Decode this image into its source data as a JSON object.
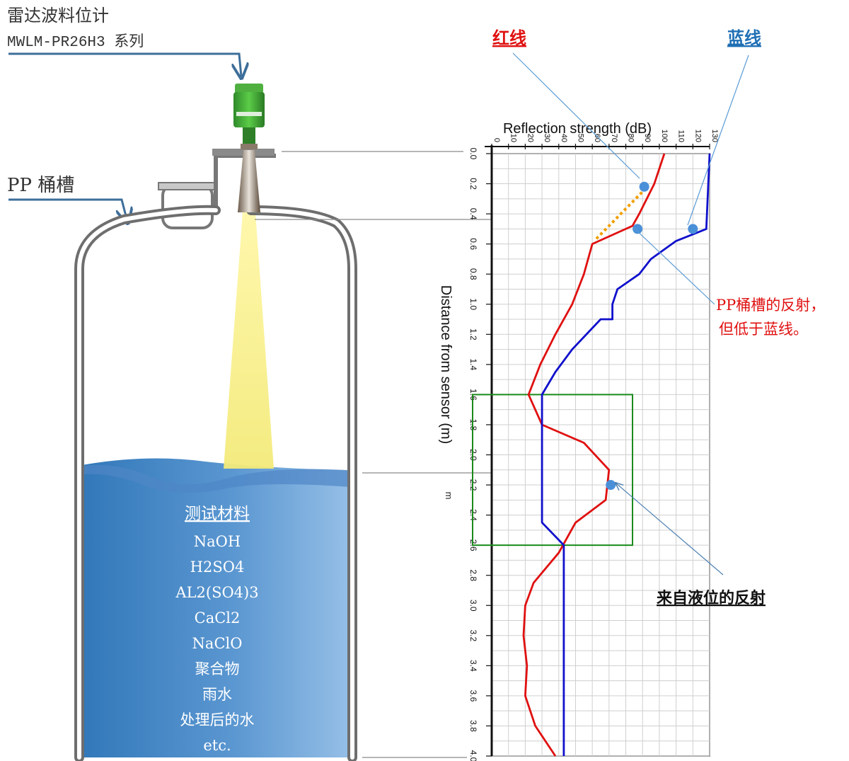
{
  "product": {
    "title": "雷达波料位计",
    "model": "MWLM-PR26H3 系列"
  },
  "tank": {
    "label": "PP 桶槽",
    "materials_title": "测试材料",
    "materials": [
      "NaOH",
      "H2SO4",
      "AL2(SO4)3",
      "CaCl2",
      "NaClO",
      "聚合物",
      "雨水",
      "处理后的水",
      "etc."
    ]
  },
  "legend": {
    "red_label": "红线",
    "blue_label": "蓝线",
    "red_color": "#e01010",
    "blue_color": "#1f6fb5"
  },
  "annotations": {
    "pp_reflection_line1": "PP桶槽的反射，",
    "pp_reflection_line2": "但低于蓝线。",
    "liquid_reflection": "来自液位的反射"
  },
  "chart_data": {
    "type": "line",
    "x_axis_title": "Reflection strength (dB)",
    "y_axis_title": "Distance from sensor (m)",
    "y_unit_label": "m",
    "x_ticks": [
      "0",
      "10",
      "20",
      "30",
      "40",
      "50",
      "60",
      "70",
      "80",
      "90",
      "100",
      "110",
      "120",
      "130"
    ],
    "y_ticks": [
      "0.0",
      "0.2",
      "0.4",
      "0.6",
      "0.8",
      "1.0",
      "1.2",
      "1.4",
      "1.6",
      "1.8",
      "2.0",
      "2.2",
      "2.4",
      "2.6",
      "2.8",
      "3.0",
      "3.2",
      "3.4",
      "3.6",
      "3.8",
      "4.0"
    ],
    "xlim": [
      0,
      130
    ],
    "ylim": [
      0,
      4.0
    ],
    "grid": true,
    "series": [
      {
        "color": "#e01010",
        "points": [
          [
            103,
            0.0
          ],
          [
            97,
            0.2
          ],
          [
            88,
            0.4
          ],
          [
            84,
            0.48
          ],
          [
            60,
            0.6
          ],
          [
            55,
            0.8
          ],
          [
            48,
            1.0
          ],
          [
            38,
            1.2
          ],
          [
            29,
            1.4
          ],
          [
            22,
            1.6
          ],
          [
            30,
            1.8
          ],
          [
            55,
            1.92
          ],
          [
            70,
            2.1
          ],
          [
            68,
            2.3
          ],
          [
            50,
            2.45
          ],
          [
            40,
            2.65
          ],
          [
            25,
            2.85
          ],
          [
            20,
            3.0
          ],
          [
            19,
            3.2
          ],
          [
            21,
            3.4
          ],
          [
            20,
            3.6
          ],
          [
            26,
            3.8
          ],
          [
            38,
            4.0
          ]
        ],
        "dash": false
      },
      {
        "color": "#1010cc",
        "points": [
          [
            130,
            0.0
          ],
          [
            128,
            0.5
          ],
          [
            110,
            0.58
          ],
          [
            95,
            0.7
          ],
          [
            88,
            0.8
          ],
          [
            75,
            0.9
          ],
          [
            72,
            1.0
          ],
          [
            72,
            1.1
          ],
          [
            65,
            1.1
          ],
          [
            48,
            1.3
          ],
          [
            38,
            1.45
          ],
          [
            30,
            1.6
          ],
          [
            30,
            1.8
          ],
          [
            30,
            2.0
          ],
          [
            30,
            2.2
          ],
          [
            30,
            2.45
          ],
          [
            43,
            2.6
          ],
          [
            43,
            3.0
          ],
          [
            43,
            3.4
          ],
          [
            43,
            3.8
          ],
          [
            43,
            4.0
          ]
        ],
        "dash": false
      },
      {
        "color": "#f0a000",
        "points": [
          [
            92,
            0.23
          ],
          [
            62,
            0.57
          ]
        ],
        "dash": true
      }
    ],
    "highlight_box": {
      "x": [
        0,
        84
      ],
      "y": [
        1.6,
        2.6
      ],
      "color": "#1a8a1a"
    },
    "markers": [
      {
        "x": 91,
        "y": 0.22,
        "color": "#4a90d9"
      },
      {
        "x": 87,
        "y": 0.5,
        "color": "#4a90d9"
      },
      {
        "x": 120,
        "y": 0.5,
        "color": "#4a90d9"
      },
      {
        "x": 71,
        "y": 2.2,
        "color": "#4a90d9"
      }
    ]
  }
}
